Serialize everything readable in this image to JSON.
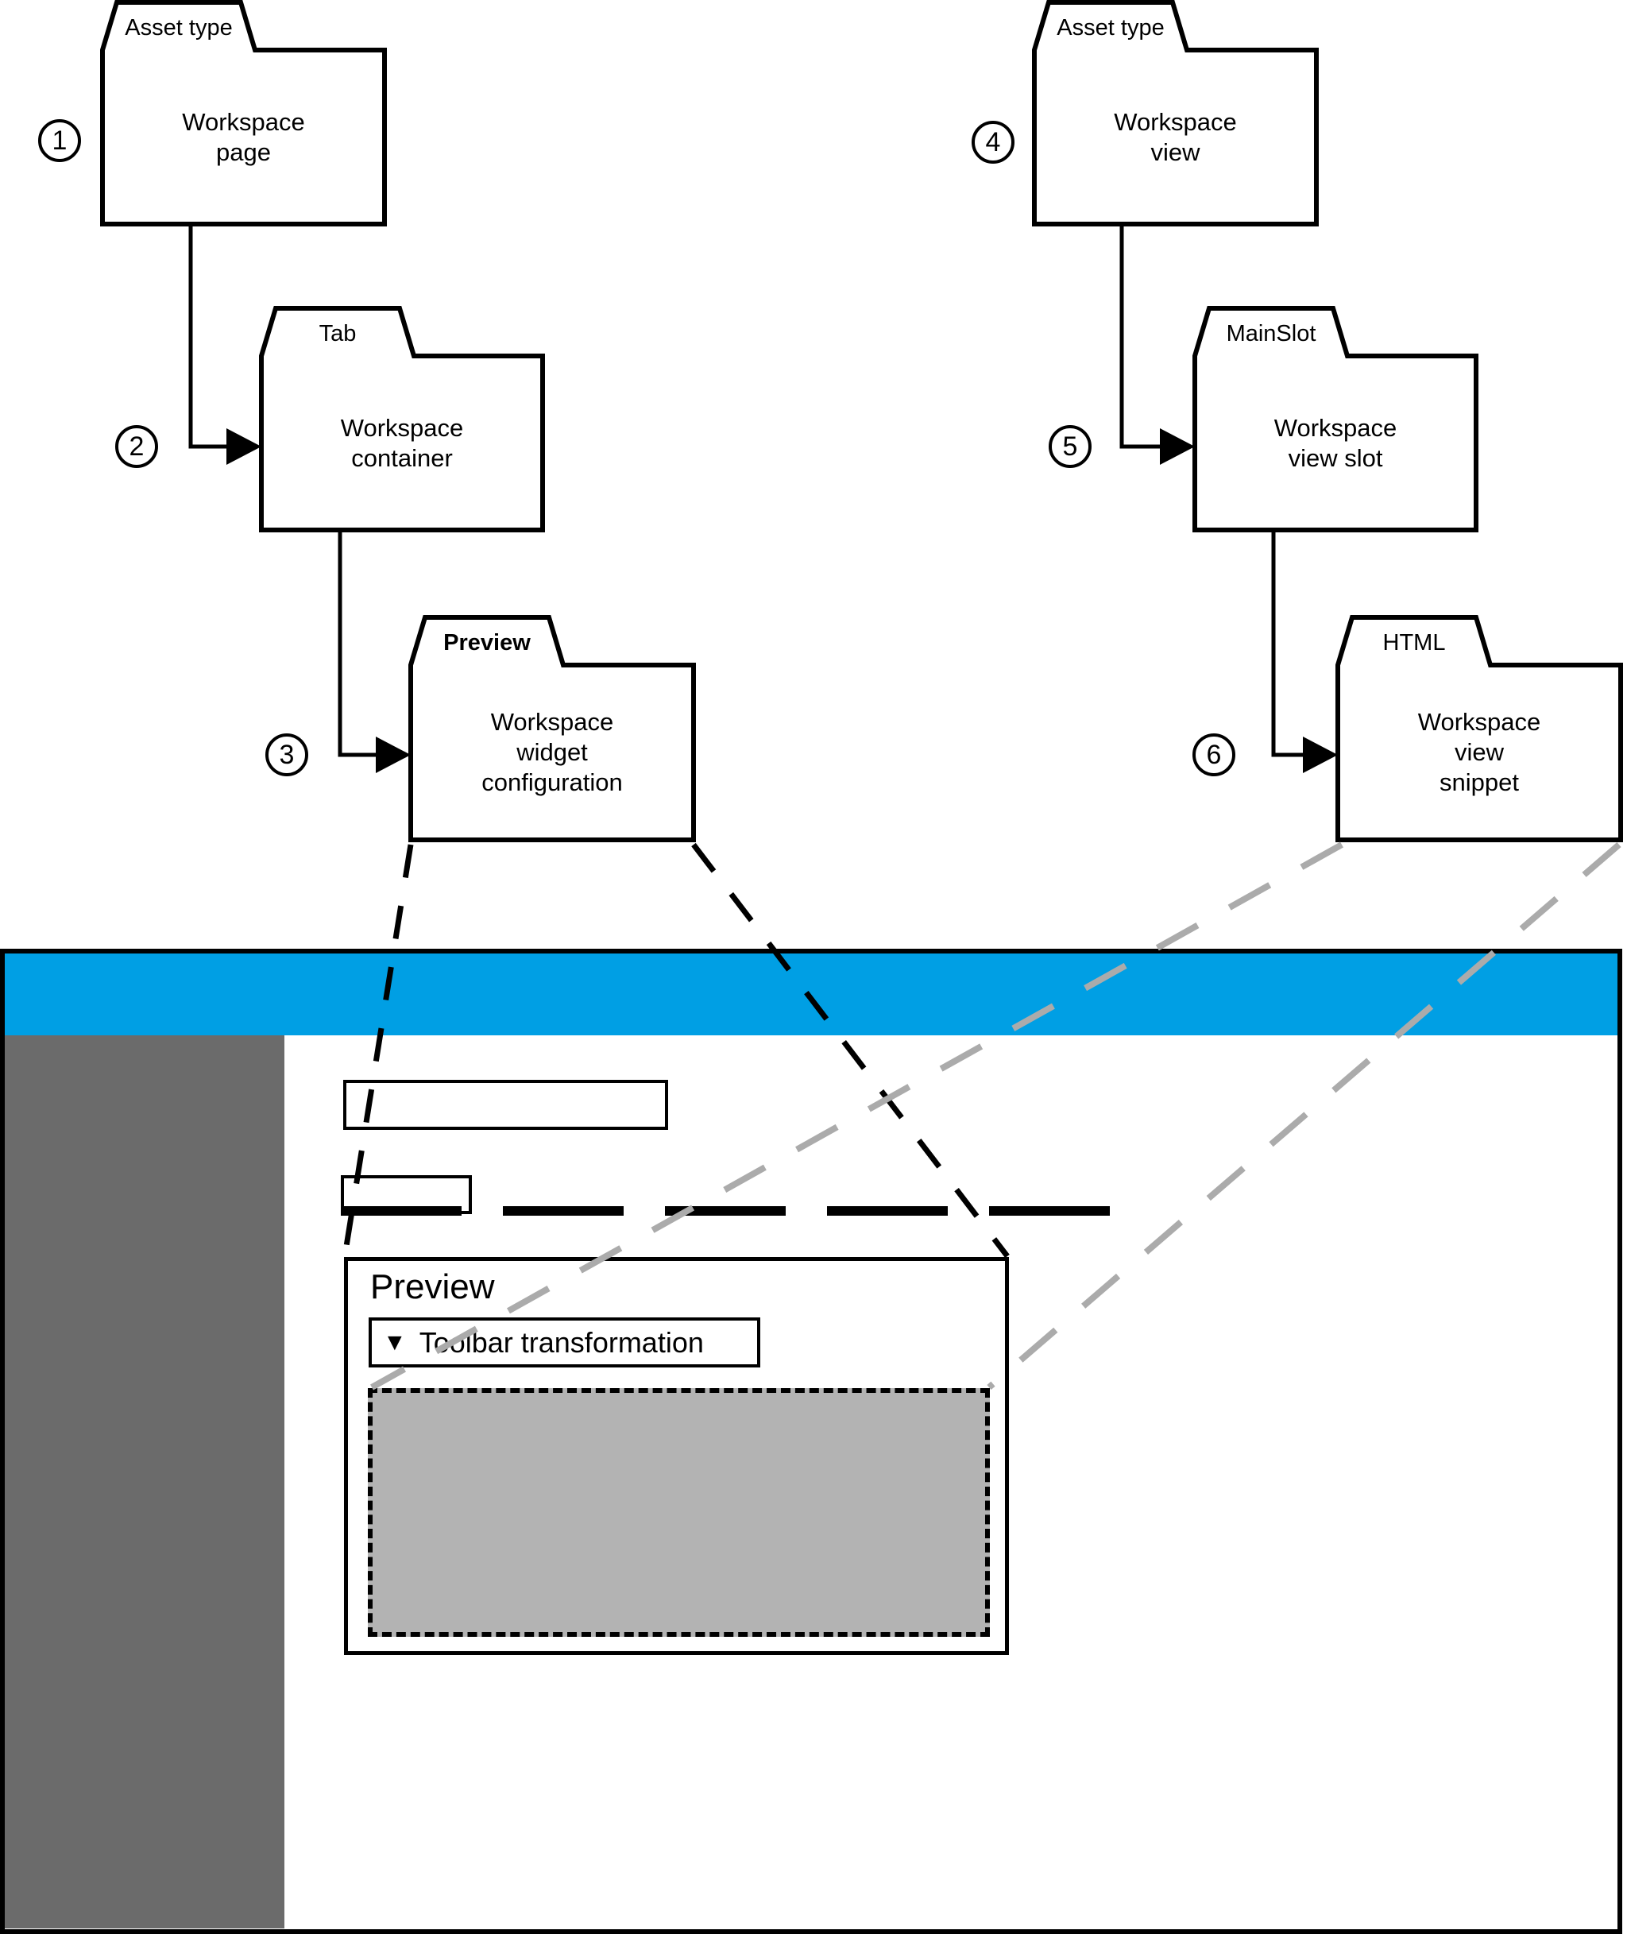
{
  "diagram": {
    "nodes": [
      {
        "step": "1",
        "tab": "Asset type",
        "body": "Workspace\npage"
      },
      {
        "step": "2",
        "tab": "Tab",
        "body": "Workspace\ncontainer"
      },
      {
        "step": "3",
        "tab": "Preview",
        "body": "Workspace\nwidget\nconfiguration"
      },
      {
        "step": "4",
        "tab": "Asset type",
        "body": "Workspace\nview"
      },
      {
        "step": "5",
        "tab": "MainSlot",
        "body": "Workspace\nview slot"
      },
      {
        "step": "6",
        "tab": "HTML",
        "body": "Workspace\nview\nsnippet"
      }
    ],
    "colors": {
      "node_stroke": "#000000",
      "black_leader": "#000000",
      "gray_leader": "#ABABAB"
    }
  },
  "mockup": {
    "preview_panel": {
      "title": "Preview",
      "toolbar_button": {
        "icon": "▼",
        "label": "Toolbar transformation"
      }
    },
    "colors": {
      "header_blue": "#009FE4",
      "sidebar_gray": "#6B6B6B",
      "placeholder_gray": "#B3B3B3"
    }
  }
}
